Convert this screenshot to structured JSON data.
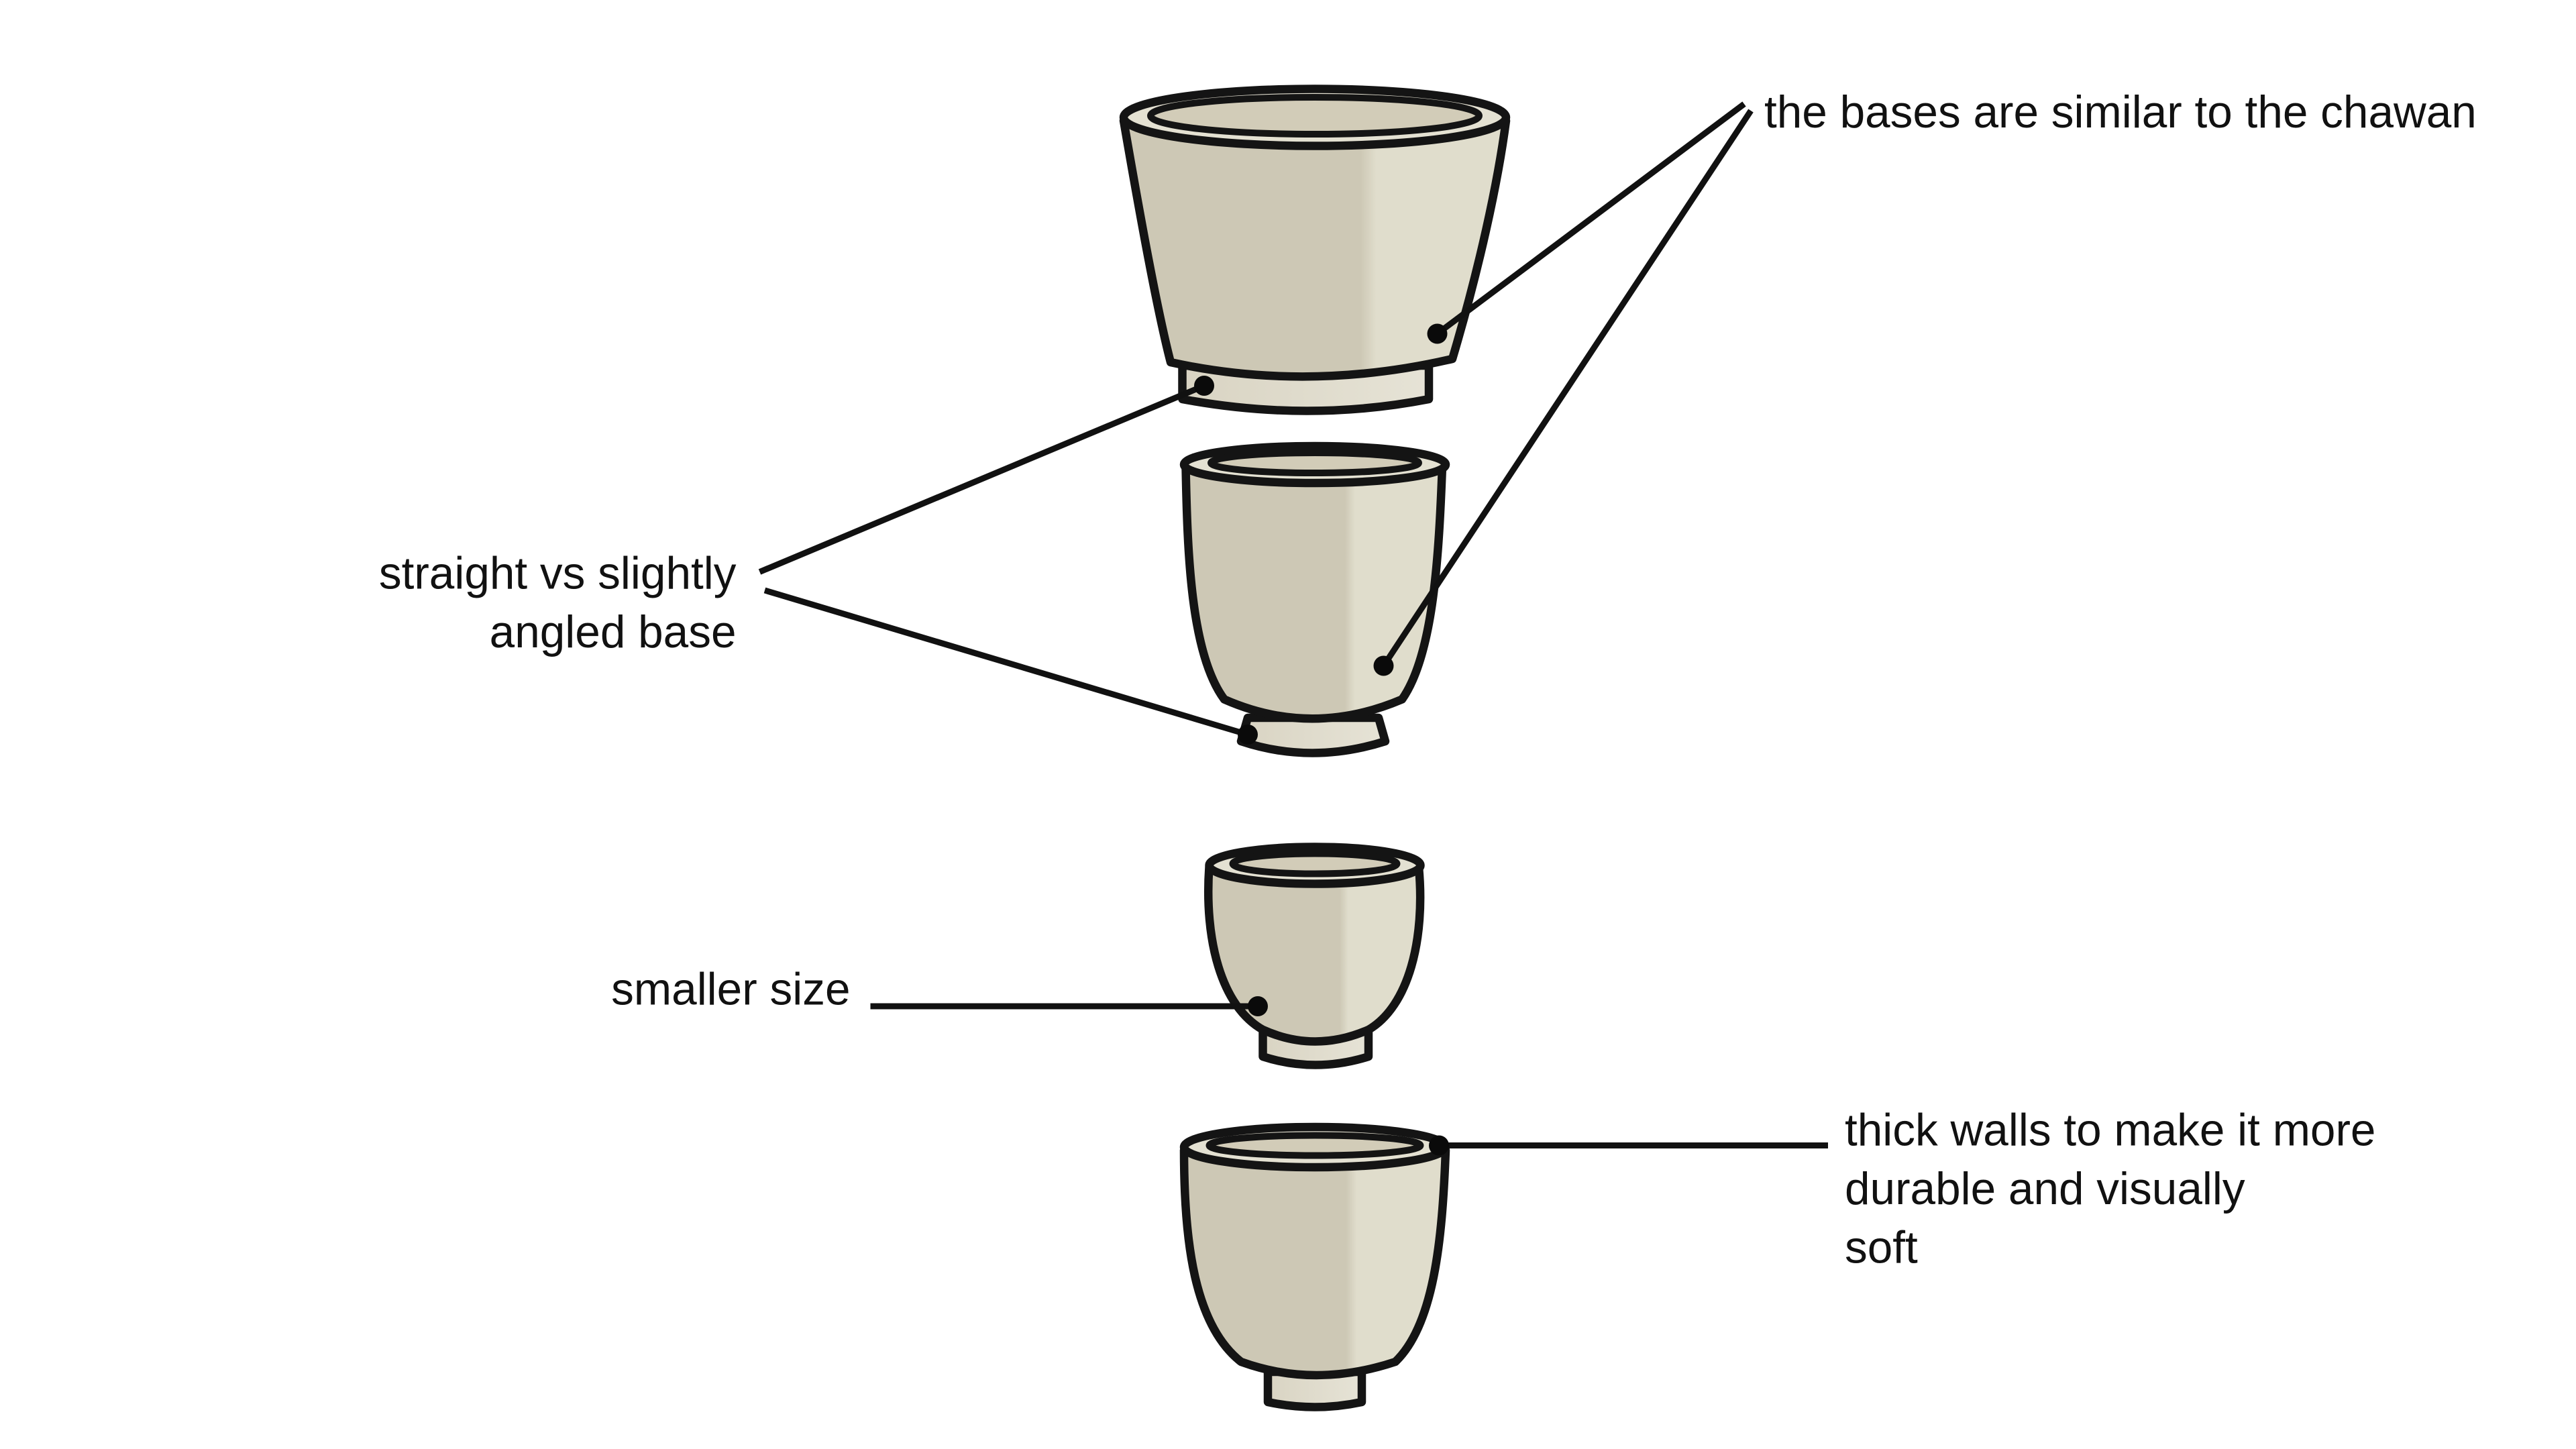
{
  "annotations": {
    "bases_similar": "the bases are similar to the chawan",
    "straight_vs_angled_line1": "straight vs slightly",
    "straight_vs_angled_line2": "angled base",
    "smaller_size": "smaller size",
    "thick_walls_line1": "thick walls to make it more",
    "thick_walls_line2": "durable and visually",
    "thick_walls_line3": "soft"
  },
  "colors": {
    "body_shadow": "#cdc8b5",
    "body_light": "#e0ddcc",
    "rim": "#e4e1d2",
    "inner": "#d2ccb8",
    "ink": "#141414"
  }
}
